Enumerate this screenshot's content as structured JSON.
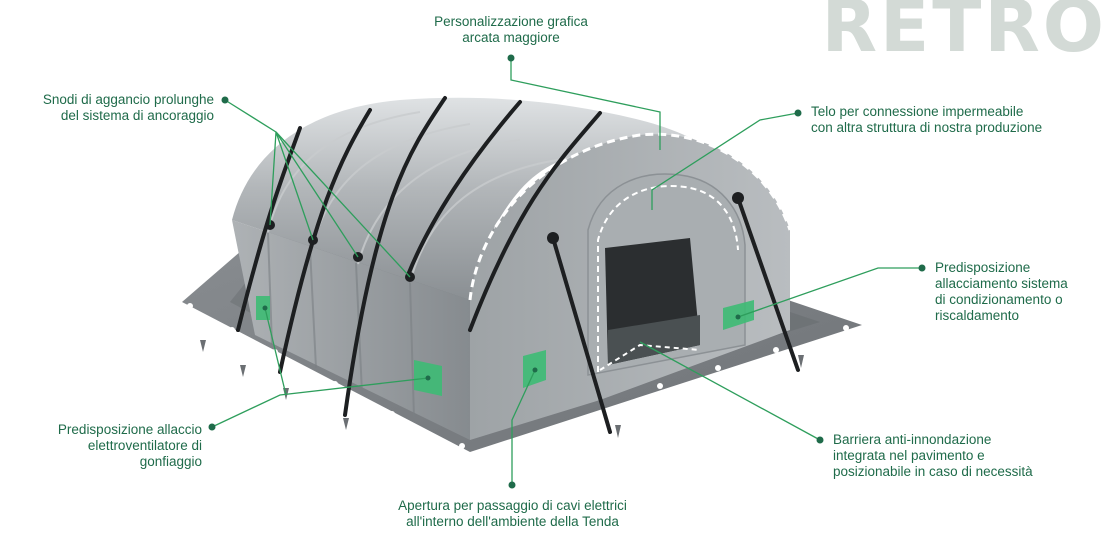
{
  "brand": "RETRO",
  "colors": {
    "accent": "#1f6b4a",
    "connector": "#2e9e5c",
    "tent": "#8d9296",
    "floor": "#808488",
    "patch": "#3dbb74"
  },
  "callouts": {
    "grafica": "Personalizzazione grafica\narcata maggiore",
    "snodi": "Snodi di aggancio prolunghe\ndel sistema di ancoraggio",
    "telo": "Telo per connessione impermeabile\ncon altra struttura di nostra produzione",
    "condizionamento": "Predisposizione\nallacciamento sistema\ndi condizionamento o\nriscaldamento",
    "elettroventilatore": "Predisposizione allaccio\nelettroventilatore di\ngonfiaggio",
    "barriera": "Barriera anti-innondazione\nintegrata nel pavimento e\nposizionabile in caso di necessità",
    "apertura": "Apertura per passaggio di cavi elettrici\nall'interno dell'ambiente della Tenda"
  }
}
